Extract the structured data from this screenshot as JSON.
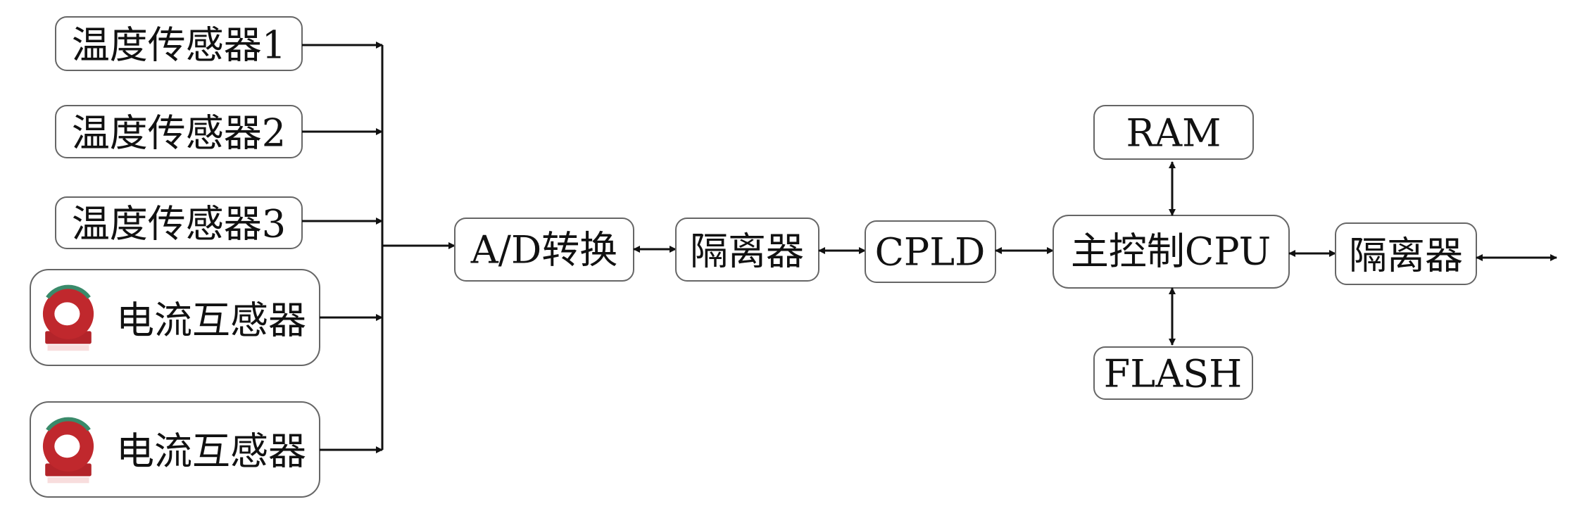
{
  "inputs": {
    "temp1": "温度传感器1",
    "temp2": "温度传感器2",
    "temp3": "温度传感器3",
    "ct1": "电流互感器",
    "ct2": "电流互感器"
  },
  "chain": {
    "adc": "A/D转换",
    "isolator1": "隔离器",
    "cpld": "CPLD",
    "cpu": "主控制CPU",
    "isolator2": "隔离器"
  },
  "memory": {
    "ram": "RAM",
    "flash": "FLASH"
  },
  "colors": {
    "ct_icon": "#c0282d",
    "ct_band": "#3a8a6a"
  }
}
